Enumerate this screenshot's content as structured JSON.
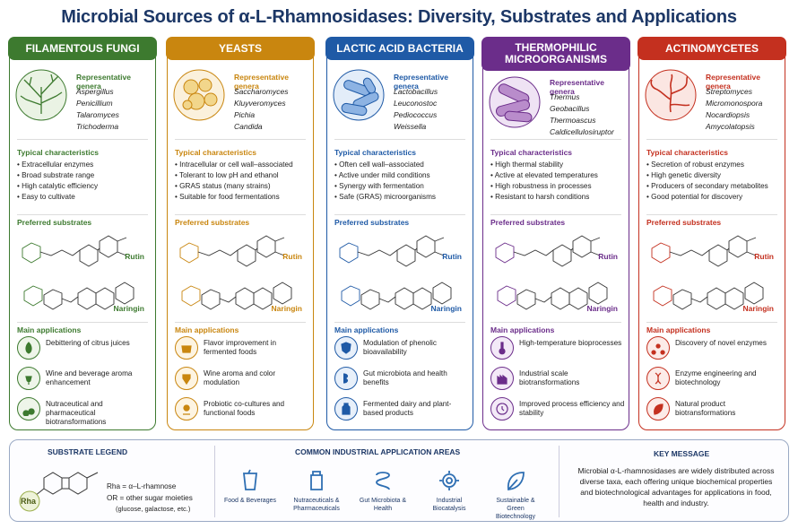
{
  "title": "Microbial Sources of α-L-Rhamnosidases: Diversity, Substrates and Applications",
  "section_labels": {
    "representative": "Representative genera",
    "characteristics": "Typical characteristics",
    "substrates": "Preferred substrates",
    "applications": "Main applications"
  },
  "columns": [
    {
      "name": "FILAMENTOUS FUNGI",
      "color": "#3d7a2f",
      "genera": [
        "Aspergillus",
        "Penicillium",
        "Talaromyces",
        "Trichoderma"
      ],
      "characteristics": [
        "Extracellular enzymes",
        "Broad substrate range",
        "High catalytic efficiency",
        "Easy to cultivate"
      ],
      "substrates": [
        "Rutin",
        "Naringin"
      ],
      "applications": [
        "Debittering of citrus juices",
        "Wine and beverage aroma enhancement",
        "Nutraceutical and pharmaceutical biotransformations"
      ]
    },
    {
      "name": "YEASTS",
      "color": "#c9860f",
      "genera": [
        "Saccharomyces",
        "Kluyveromyces",
        "Pichia",
        "Candida"
      ],
      "characteristics": [
        "Intracellular or cell wall–associated",
        "Tolerant to low pH and ethanol",
        "GRAS status (many strains)",
        "Suitable for food fermentations"
      ],
      "substrates": [
        "Rutin",
        "Naringin"
      ],
      "applications": [
        "Flavor improvement in fermented foods",
        "Wine aroma and color modulation",
        "Probiotic co-cultures and functional foods"
      ]
    },
    {
      "name": "LACTIC ACID BACTERIA",
      "color": "#1f5aa6",
      "genera": [
        "Lactobacillus",
        "Leuconostoc",
        "Pediococcus",
        "Weissella"
      ],
      "characteristics": [
        "Often cell wall–associated",
        "Active under mild conditions",
        "Synergy with fermentation",
        "Safe (GRAS) microorganisms"
      ],
      "substrates": [
        "Rutin",
        "Naringin"
      ],
      "applications": [
        "Modulation of phenolic bioavailability",
        "Gut microbiota and health benefits",
        "Fermented dairy and plant-based products"
      ]
    },
    {
      "name": "THERMOPHILIC MICROORGANISMS",
      "color": "#6b2d8a",
      "genera": [
        "Thermus",
        "Geobacillus",
        "Thermoascus",
        "Caldicellulosiruptor"
      ],
      "characteristics": [
        "High thermal stability",
        "Active at elevated temperatures",
        "High robustness in processes",
        "Resistant to harsh conditions"
      ],
      "substrates": [
        "Rutin",
        "Naringin"
      ],
      "applications": [
        "High-temperature bioprocesses",
        "Industrial scale biotransformations",
        "Improved process efficiency and stability"
      ]
    },
    {
      "name": "ACTINOMYCETES",
      "color": "#c4301f",
      "genera": [
        "Streptomyces",
        "Micromonospora",
        "Nocardiopsis",
        "Amycolatopsis"
      ],
      "characteristics": [
        "Secretion of robust enzymes",
        "High genetic diversity",
        "Producers of secondary metabolites",
        "Good potential for discovery"
      ],
      "substrates": [
        "Rutin",
        "Naringin"
      ],
      "applications": [
        "Discovery of novel enzymes",
        "Enzyme engineering and biotechnology",
        "Natural product biotransformations"
      ]
    }
  ],
  "legend": {
    "title": "SUBSTRATE LEGEND",
    "rha_tag": "Rha",
    "rha_def": "Rha = α–L-rhamnose",
    "or_def": "OR = other sugar moieties",
    "or_examples": "(glucose, galactose, etc.)"
  },
  "areas": {
    "title": "COMMON INDUSTRIAL APPLICATION AREAS",
    "items": [
      {
        "label": "Food & Beverages",
        "icon": "cup-icon"
      },
      {
        "label": "Nutraceuticals & Pharmaceuticals",
        "icon": "pill-bottle-icon"
      },
      {
        "label": "Gut Microbiota & Health",
        "icon": "intestine-icon"
      },
      {
        "label": "Industrial Biocatalysis",
        "icon": "gear-icon"
      },
      {
        "label": "Sustainable & Green Biotechnology",
        "icon": "leaf-icon"
      }
    ]
  },
  "key_message": {
    "title": "KEY MESSAGE",
    "text": "Microbial α-L-rhamnosidases are widely distributed across diverse taxa, each offering unique biochemical properties and biotechnological advantages for applications in food, health and industry."
  }
}
